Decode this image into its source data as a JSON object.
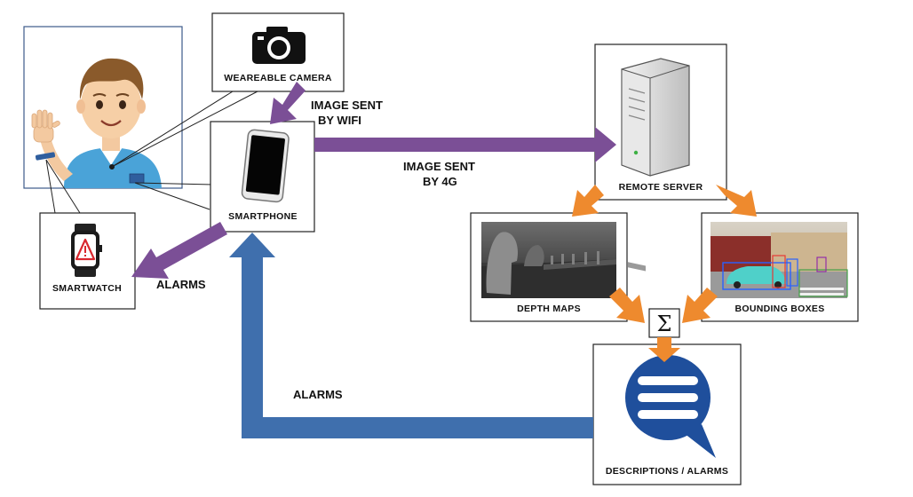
{
  "nodes": {
    "wearable_camera": "WEAREABLE CAMERA",
    "smartphone": "SMARTPHONE",
    "smartwatch": "SMARTWATCH",
    "remote_server": "REMOTE SERVER",
    "depth_maps": "DEPTH MAPS",
    "bounding_boxes": "BOUNDING  BOXES",
    "descriptions_alarms": "DESCRIPTIONS / ALARMS",
    "sum_symbol": "Σ"
  },
  "flows": {
    "image_wifi_line1": "IMAGE SENT",
    "image_wifi_line2": "BY WIFI",
    "image_4g_line1": "IMAGE SENT",
    "image_4g_line2": "BY 4G",
    "alarms_watch": "ALARMS",
    "alarms_return": "ALARMS"
  },
  "icons": {
    "person": "person-avatar-icon",
    "camera": "camera-icon",
    "phone": "smartphone-icon",
    "watch": "smartwatch-alert-icon",
    "server": "server-tower-icon",
    "chat": "speech-bubble-icon"
  },
  "colors": {
    "purple_arrow": "#7b4f96",
    "orange_arrow": "#ee8a2e",
    "blue_arrow": "#3f6fad",
    "chat_blue": "#1f4f9c",
    "alert_red": "#d9282f"
  }
}
